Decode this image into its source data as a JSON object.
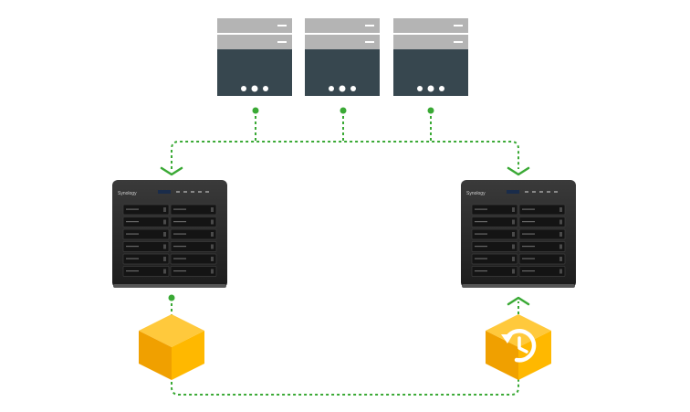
{
  "colors": {
    "background": "#ffffff",
    "connector": "#3aa935",
    "host_top": "#b4b4b4",
    "host_body": "#37474f",
    "nas_body": "#2a2a2a",
    "nas_bay": "#141414",
    "package_top": "#ffc93c",
    "package_left": "#f0a000",
    "package_right": "#ffb800",
    "clock": "#ffffff"
  },
  "hosts": [
    {
      "icon": "server-host-icon"
    },
    {
      "icon": "server-host-icon"
    },
    {
      "icon": "server-host-icon"
    }
  ],
  "nas_units": [
    {
      "id": "primary",
      "icon": "nas-icon",
      "brand": "Synology"
    },
    {
      "id": "secondary",
      "icon": "nas-icon",
      "brand": "Synology"
    }
  ],
  "packages": [
    {
      "id": "snapshot",
      "icon": "package-cube-icon"
    },
    {
      "id": "restore",
      "icon": "restore-clock-icon"
    }
  ]
}
